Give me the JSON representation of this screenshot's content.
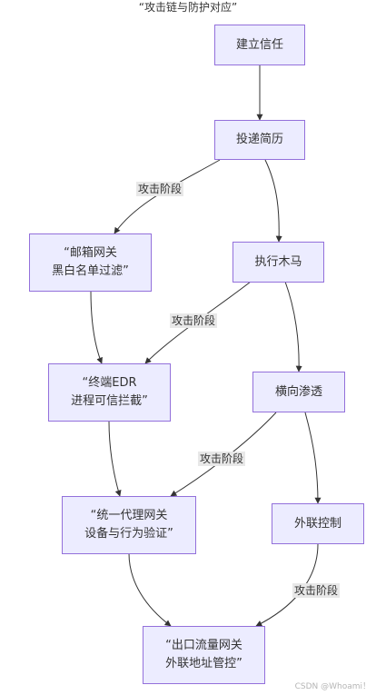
{
  "title": "“攻击链与防护对应”",
  "nodes": {
    "trust": "建立信任",
    "resume": "投递简历",
    "trojan": "执行木马",
    "lateral": "横向渗透",
    "outbound": "外联控制",
    "mail": "“邮箱网关\n黑白名单过滤”",
    "edr": "“终端EDR\n进程可信拦截”",
    "proxy": "“统一代理网关\n设备与行为验证”",
    "egress": "“出口流量网关\n外联地址管控”"
  },
  "edge_labels": {
    "resume_mail": "攻击阶段",
    "trojan_edr": "攻击阶段",
    "lateral_proxy": "攻击阶段",
    "outbound_egress": "攻击阶段"
  },
  "watermark": "CSDN @Whoami！",
  "colors": {
    "node_fill": "#ececff",
    "node_stroke": "#9370db",
    "edge": "#333333",
    "label_bg": "#e8e8e8"
  }
}
